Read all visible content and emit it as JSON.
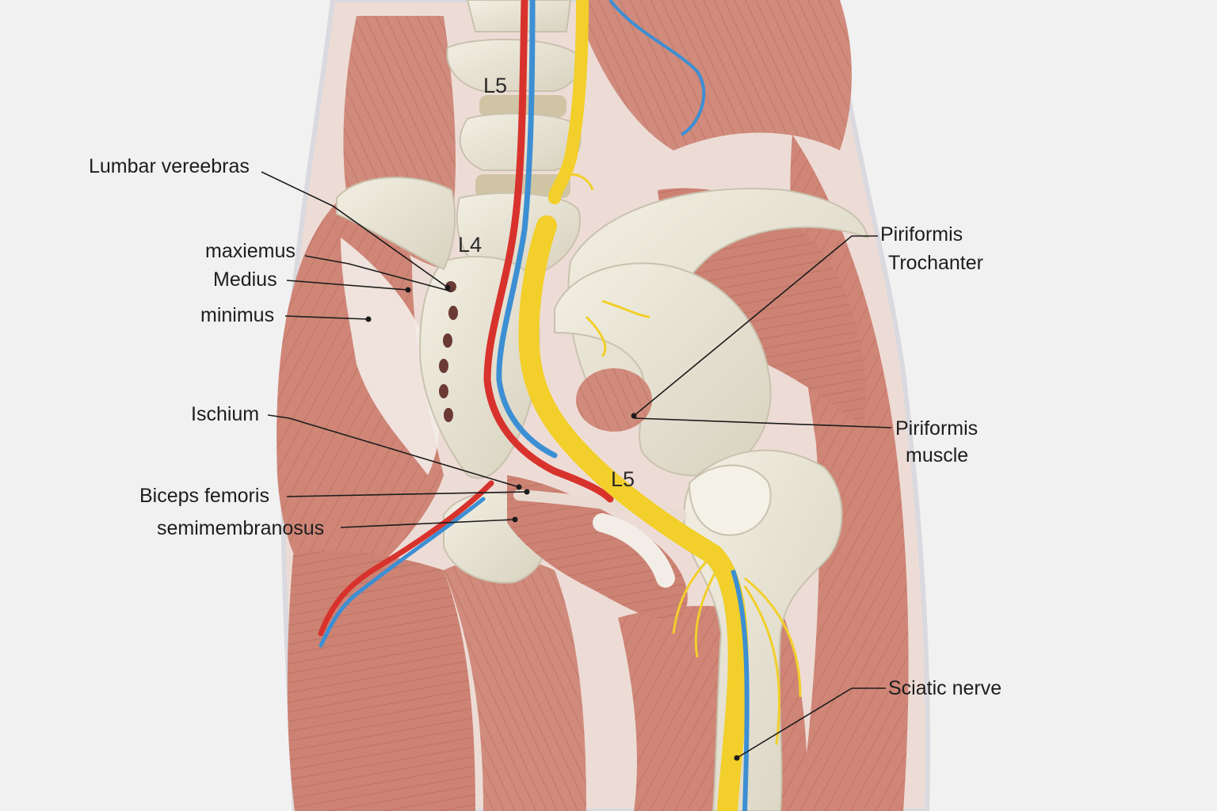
{
  "diagram": {
    "vertebra_labels": {
      "upper": "L5",
      "middle": "L4",
      "lower": "L5"
    },
    "labels": {
      "lumbar": "Lumbar vereebras",
      "maximus": "maxiemus",
      "medius": "Medius",
      "minimus": "minimus",
      "ischium": "Ischium",
      "biceps": "Biceps femoris",
      "semimembranosus": "semimembranosus",
      "piriformis_top": "Piriformis",
      "trochanter": "Trochanter",
      "piriformis_muscle_1": "Piriformis",
      "piriformis_muscle_2": "muscle",
      "sciatic": "Sciatic nerve"
    },
    "colors": {
      "background": "#f1f1f2",
      "muscle": "#cf8677",
      "muscle_dark": "#b7685b",
      "tendon": "#efe4dc",
      "bone": "#e6e1d1",
      "nerve": "#f2cf2a",
      "artery": "#d8322c",
      "vein": "#3d8fd3"
    }
  }
}
